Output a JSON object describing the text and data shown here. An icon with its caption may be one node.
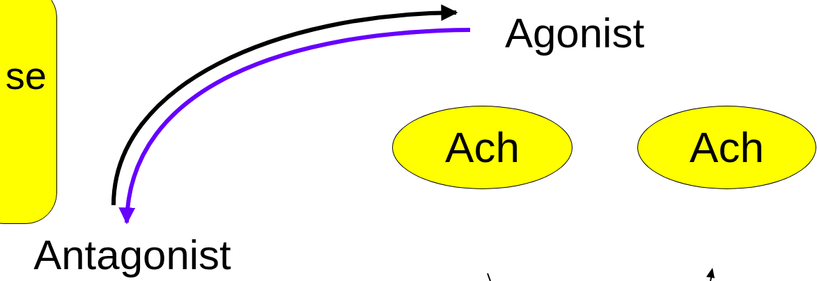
{
  "diagram": {
    "nodes": [
      {
        "text": [
          "se"
        ]
      },
      {
        "text": [
          "Agonist"
        ]
      },
      {
        "text": [
          "Antagonist"
        ]
      },
      {
        "text": [
          "Ach"
        ]
      },
      {
        "text": [
          "Ach"
        ]
      }
    ],
    "edges": [
      {
        "from": 2,
        "to": 1,
        "arrow": "to"
      },
      {
        "from": 1,
        "to": 2,
        "arrow": "to",
        "color": "#6600ff"
      }
    ]
  }
}
